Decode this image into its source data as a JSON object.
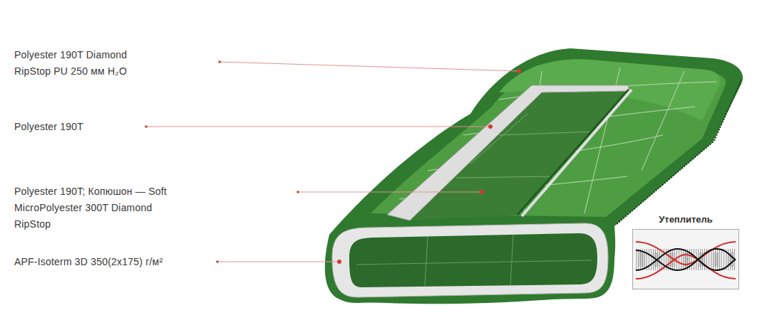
{
  "diagram": {
    "nodes": [
      {
        "text": [
          "Утеплитель"
        ]
      }
    ],
    "labels": [
      "Polyester 190T Diamond RipStop PU 250 мм H₂O",
      "Polyester 190T",
      "Polyester 190T; Копюшон — Soft MicroPolyester 300T Diamond RipStop",
      "APF-Isoterm 3D 350(2x175) г/м²"
    ]
  }
}
